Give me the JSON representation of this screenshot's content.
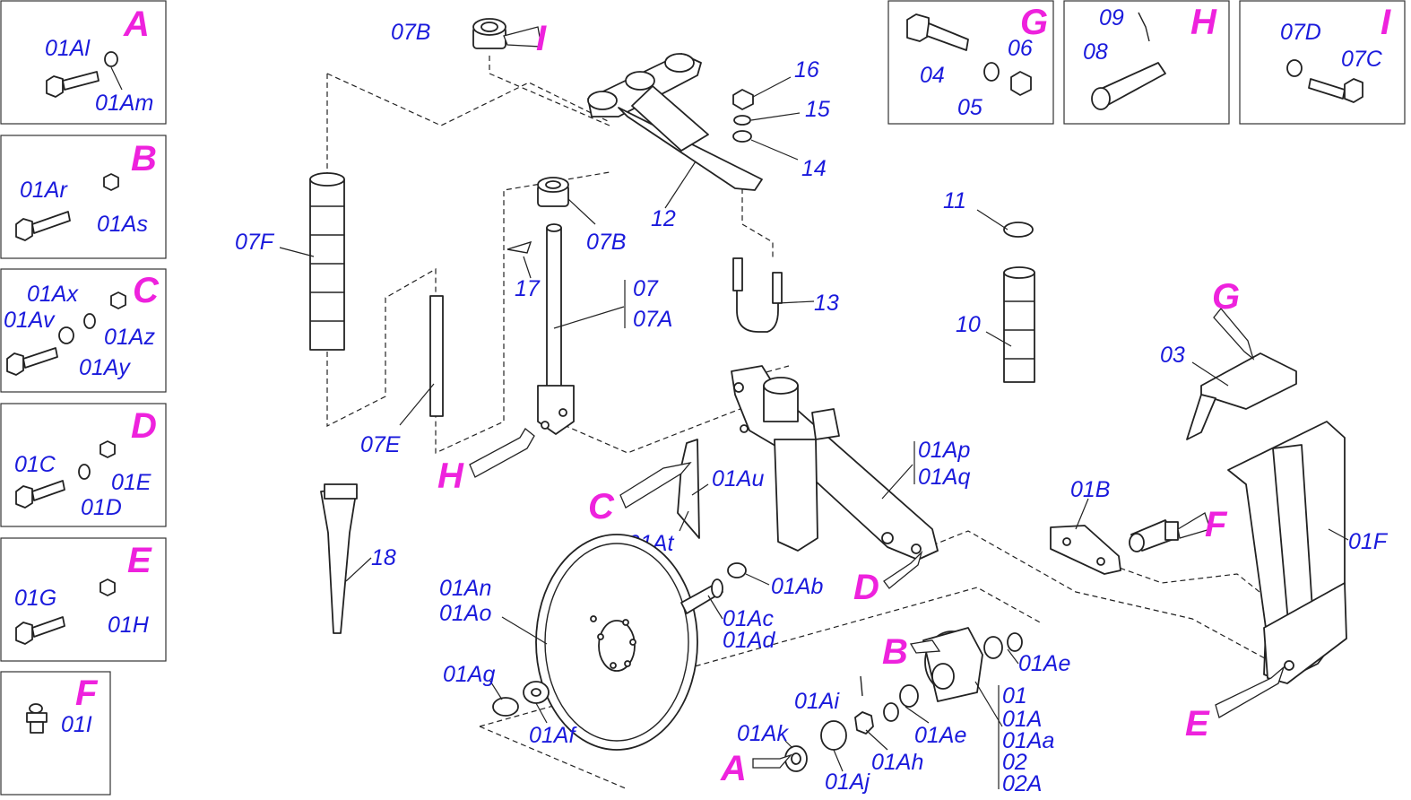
{
  "colors": {
    "part_number": "#1a1adc",
    "group_letter": "#ee22dd",
    "line": "#222222"
  },
  "groups": {
    "A": {
      "letter": "A",
      "parts": [
        "01Al",
        "01Am"
      ]
    },
    "B": {
      "letter": "B",
      "parts": [
        "01Ar",
        "01As"
      ]
    },
    "C": {
      "letter": "C",
      "parts": [
        "01Ax",
        "01Av",
        "01Az",
        "01Ay"
      ]
    },
    "D": {
      "letter": "D",
      "parts": [
        "01C",
        "01E",
        "01D"
      ]
    },
    "E": {
      "letter": "E",
      "parts": [
        "01G",
        "01H"
      ]
    },
    "F": {
      "letter": "F",
      "parts": [
        "01I"
      ]
    },
    "G": {
      "letter": "G",
      "parts": [
        "04",
        "06",
        "05"
      ]
    },
    "H": {
      "letter": "H",
      "parts": [
        "09",
        "08"
      ]
    },
    "I": {
      "letter": "I",
      "parts": [
        "07D",
        "07C"
      ]
    }
  },
  "labels": {
    "p07B_top": "07B",
    "p16": "16",
    "p15": "15",
    "p14": "14",
    "p12": "12",
    "p07F": "07F",
    "p07B_mid": "07B",
    "p17": "17",
    "p07": "07",
    "p07A": "07A",
    "p13": "13",
    "p11": "11",
    "p10": "10",
    "p03": "03",
    "p07E": "07E",
    "p01Ap": "01Ap",
    "p01Aq": "01Aq",
    "p01Au": "01Au",
    "p01At": "01At",
    "p01B": "01B",
    "p01F": "01F",
    "p18": "18",
    "p01An": "01An",
    "p01Ao": "01Ao",
    "p01Ab": "01Ab",
    "p01Ac": "01Ac",
    "p01Ad": "01Ad",
    "p01Ag": "01Ag",
    "p01Af": "01Af",
    "p01Ae_top": "01Ae",
    "p01Ai": "01Ai",
    "p01Ae_mid": "01Ae",
    "p01Ak": "01Ak",
    "p01Ah": "01Ah",
    "p01Aj": "01Aj",
    "p01": "01",
    "p01A": "01A",
    "p01Aa": "01Aa",
    "p02": "02",
    "p02A": "02A"
  },
  "callouts": {
    "I_top": "I",
    "H_main": "H",
    "C_main": "C",
    "G_main": "G",
    "F_main": "F",
    "D_main": "D",
    "B_main": "B",
    "E_main": "E",
    "A_main": "A"
  }
}
